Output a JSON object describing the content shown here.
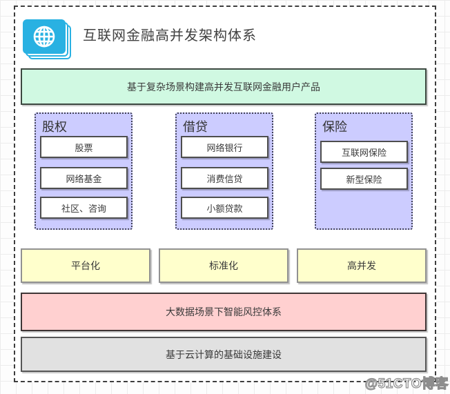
{
  "title": "互联网金融高并发架构体系",
  "banners": {
    "top": "基于复杂场景构建高并发互联网金融用户产品",
    "risk": "大数据场景下智能风控体系",
    "infra": "基于云计算的基础设施建设"
  },
  "columns": [
    {
      "label": "股权",
      "items": [
        "股票",
        "网络基金",
        "社区、咨询"
      ]
    },
    {
      "label": "借贷",
      "items": [
        "网络银行",
        "消费信贷",
        "小额贷款"
      ]
    },
    {
      "label": "保险",
      "items": [
        "互联网保险",
        "新型保险"
      ]
    }
  ],
  "middle_row": [
    "平台化",
    "标准化",
    "高并发"
  ],
  "watermark": "@51CTO博客",
  "icons": {
    "logo": "globe-icon"
  },
  "colors": {
    "logo_cyan": "#29b1e2",
    "banner_green": "#d0f9e2",
    "column_purple": "#ccccff",
    "middle_yellow": "#ffffcc",
    "banner_pink": "#ffd0d0",
    "banner_gray": "#e1e1e1"
  }
}
